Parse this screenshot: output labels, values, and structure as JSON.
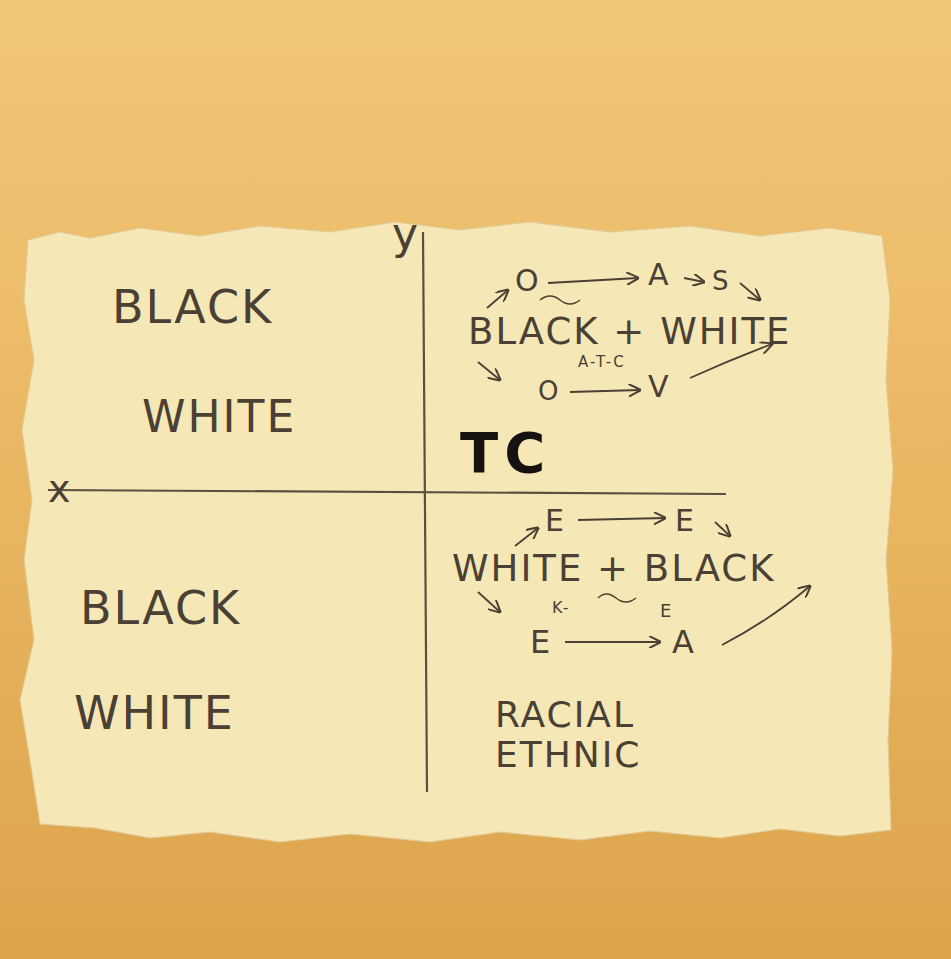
{
  "diagram": {
    "labels": [
      "y",
      "x",
      "BLACK",
      "WHITE",
      "O",
      "A",
      "S",
      "BLACK + WHITE",
      "A-T-C",
      "O",
      "V",
      "TC",
      "BLACK",
      "WHITE",
      "E",
      "E",
      "WHITE + BLACK",
      "K-",
      "E",
      "E",
      "A",
      "RACIAL ETHNIC"
    ]
  }
}
